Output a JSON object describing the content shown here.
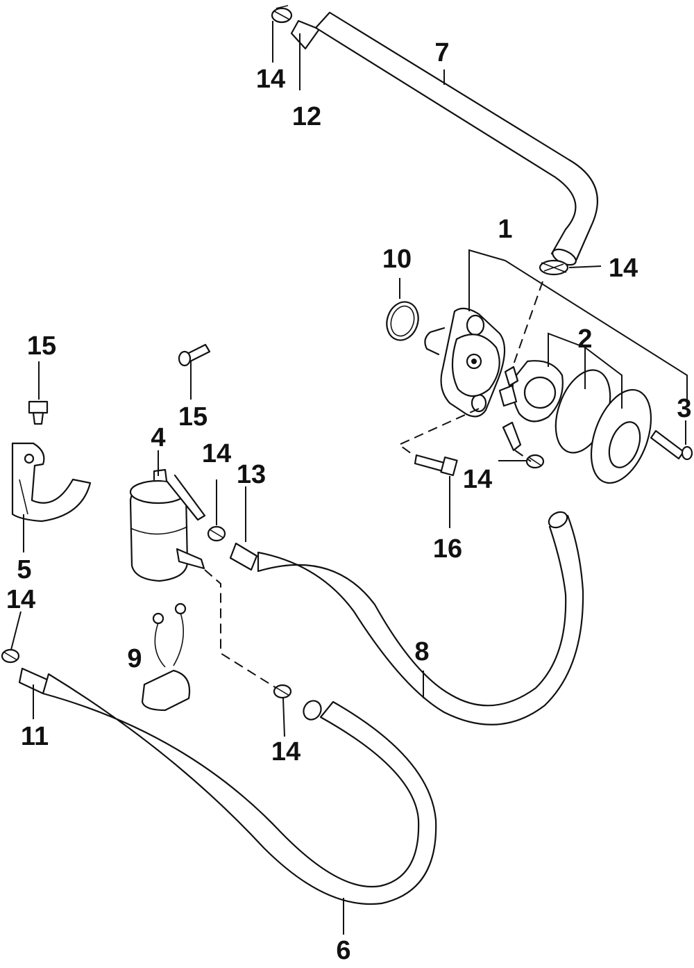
{
  "diagram": {
    "labels": {
      "c1": "1",
      "c2": "2",
      "c3": "3",
      "c4": "4",
      "c5": "5",
      "c6": "6",
      "c7": "7",
      "c8": "8",
      "c9": "9",
      "c10": "10",
      "c11": "11",
      "c12": "12",
      "c13": "13",
      "c14a": "14",
      "c14b": "14",
      "c14c": "14",
      "c14d": "14",
      "c14e": "14",
      "c14f": "14",
      "c15a": "15",
      "c15b": "15",
      "c16": "16"
    }
  }
}
